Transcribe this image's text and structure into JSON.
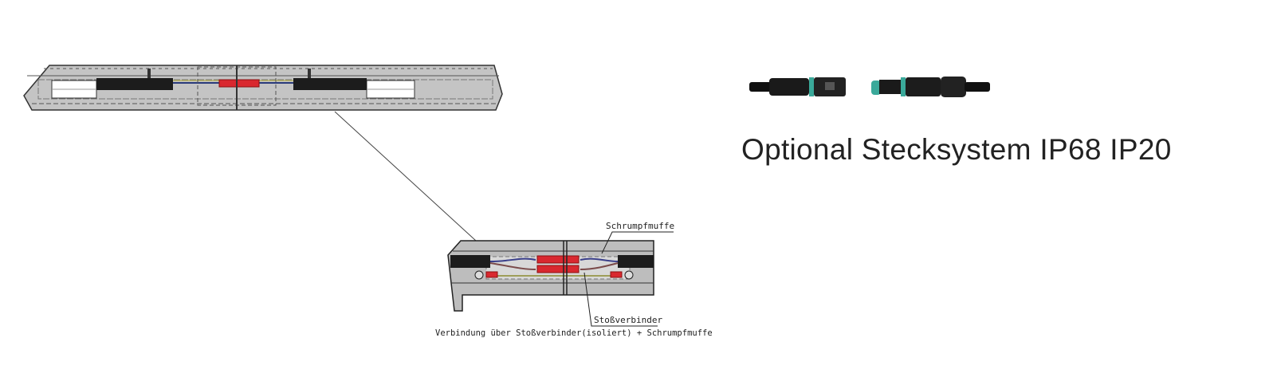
{
  "drawing": {
    "label_sleeve": "Schrumpfmuffe",
    "label_connector": "Stoßverbinder",
    "caption": "Verbindung über Stoßverbinder(isoliert) + Schrumpfmuffe"
  },
  "product": {
    "title": "Optional Stecksystem IP68 IP20"
  },
  "colors": {
    "profile_gray": "#bdbdbd",
    "connector_red": "#d9282f",
    "connector_teal": "#3aa99a"
  }
}
